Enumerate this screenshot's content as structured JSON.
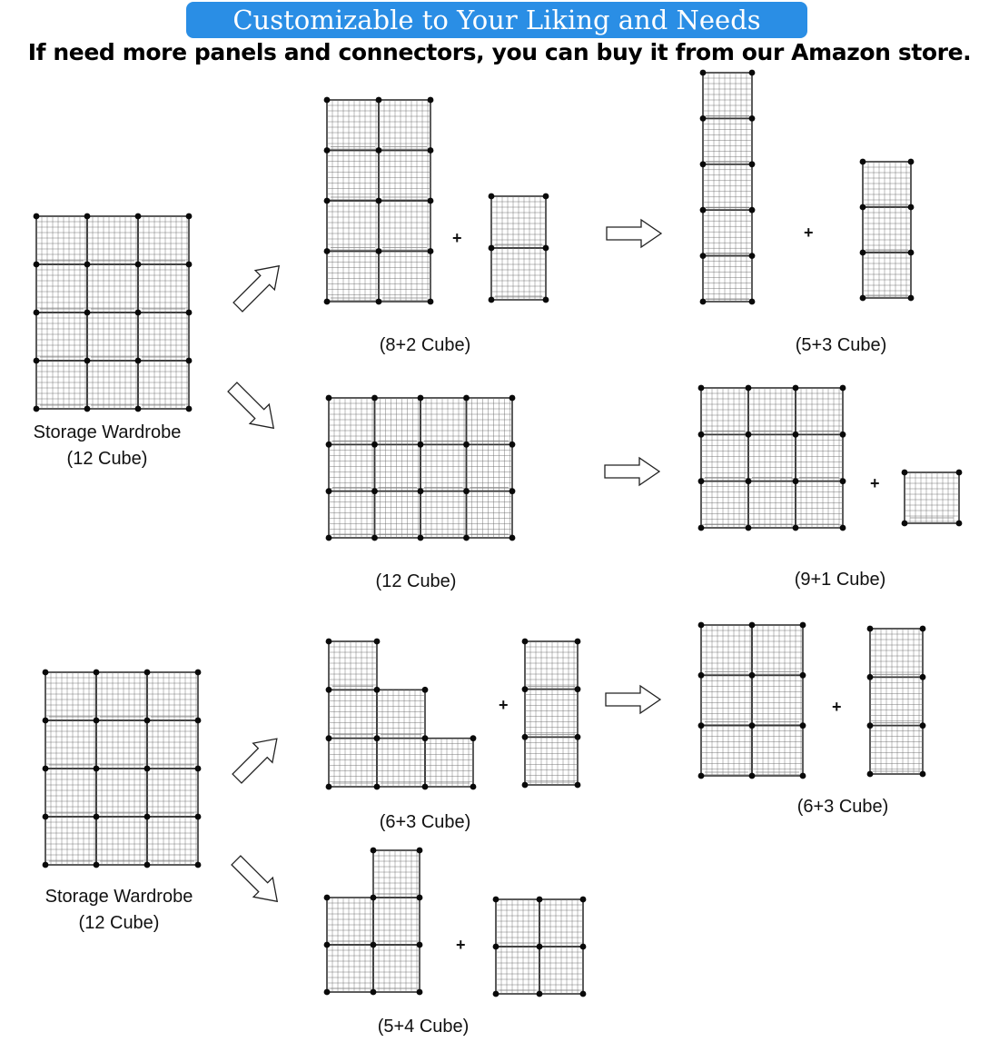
{
  "header": {
    "banner_text": "Customizable to Your Liking and Needs",
    "subtitle": "If need more panels and connectors, you can buy it from our Amazon store."
  },
  "colors": {
    "banner": "#2a8ee5",
    "wire": "#333333",
    "node": "#0a0a0a"
  },
  "icons": [
    "outline-arrow-icon",
    "plus-sign",
    "wire-cube-unit"
  ],
  "base_units": [
    {
      "label_line1": "Storage Wardrobe",
      "label_line2": "(12 Cube)"
    },
    {
      "label_line1": "Storage Wardrobe",
      "label_line2": "(12 Cube)"
    }
  ],
  "configs": [
    {
      "caption": "(8+2 Cube)"
    },
    {
      "caption": "(5+3 Cube)"
    },
    {
      "caption": "(12 Cube)"
    },
    {
      "caption": "(9+1 Cube)"
    },
    {
      "caption": "(6+3 Cube)"
    },
    {
      "caption": "(6+3 Cube)"
    },
    {
      "caption": "(5+4 Cube)"
    }
  ],
  "plus_sign": "+"
}
